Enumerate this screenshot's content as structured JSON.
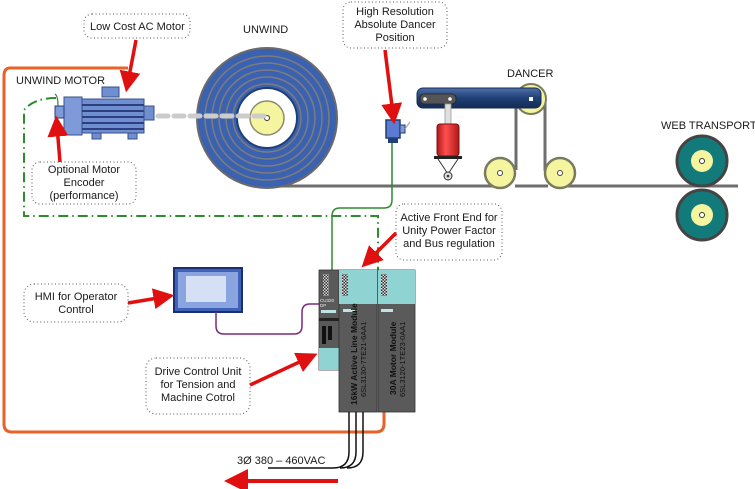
{
  "diagram": {
    "section_labels": {
      "unwind": "UNWIND",
      "unwind_motor": "UNWIND MOTOR",
      "dancer": "DANCER",
      "web_transport": "WEB TRANSPORT"
    },
    "callouts": {
      "ac_motor": [
        "Low Cost AC Motor"
      ],
      "dancer_position": [
        "High Resolution",
        "Absolute Dancer",
        "Position"
      ],
      "motor_encoder": [
        "Optional Motor",
        "Encoder",
        "(performance)"
      ],
      "active_front_end": [
        "Active Front End for",
        "Unity Power Factor",
        "and Bus regulation"
      ],
      "hmi": [
        "HMI for Operator",
        "Control"
      ],
      "drive_control_unit": [
        "Drive Control Unit",
        "for Tension and",
        "Machine Cotrol"
      ]
    },
    "modules": {
      "control_unit": {
        "label": "CU320",
        "sub": "DP"
      },
      "active_line_module": {
        "line1": "16kW Active Line Module",
        "line2": "6SL3130-7TE21-6AA1"
      },
      "motor_module": {
        "line1": "30A Motor Module",
        "line2": "6SL3120-1TE23-0AA1"
      }
    },
    "power_supply": "3Ø 380 – 460VAC",
    "colors": {
      "arrow_red": "#e01010",
      "power_cable_orange": "#e8622a",
      "encoder_cable_green": "#2e8b2e",
      "dashdot_green": "#2e8b2e",
      "hmi_cable_purple": "#7a2a7a",
      "roll_blue": "#3b62b0",
      "roll_groove": "#7c7c7c",
      "motor_blue": "#6f8fd0",
      "dancer_arm": "#1f3f75",
      "cylinder_red": "#e02a2a",
      "idler_yellow": "#f5f5a0",
      "transport_teal": "#127a7a",
      "module_teal": "#8fd3d3",
      "module_gray": "#5a5a5a",
      "web_gray": "#6e6e6e"
    }
  }
}
